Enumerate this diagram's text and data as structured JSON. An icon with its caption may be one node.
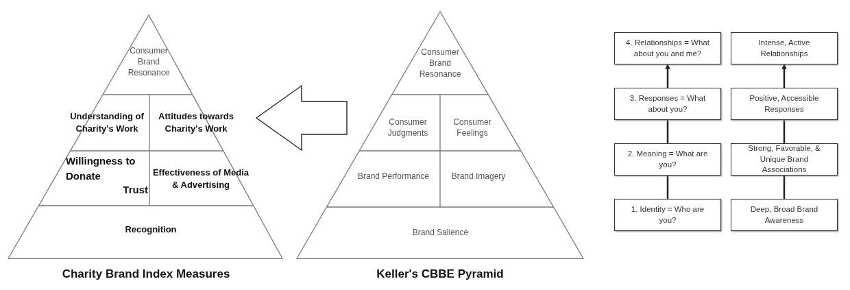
{
  "diagram": {
    "nodes": [
      {
        "text": [
          "Charity Brand Index Measures"
        ]
      },
      {
        "text": [
          "Consumer Brand Resonance"
        ],
        "in": 0
      },
      {
        "text": [
          "Understanding of Charity's Work"
        ],
        "in": 0
      },
      {
        "text": [
          "Attitudes towards Charity's Work"
        ],
        "in": 0
      },
      {
        "text": [
          "Willingness to Donate",
          "Trust"
        ],
        "in": 0
      },
      {
        "text": [
          "Effectiveness of Media & Advertising"
        ],
        "in": 0
      },
      {
        "text": [
          "Recognition"
        ],
        "in": 0
      },
      {
        "text": [
          "Keller's CBBE Pyramid"
        ]
      },
      {
        "text": [
          "Consumer Brand Resonance"
        ],
        "in": 7
      },
      {
        "text": [
          "Consumer Judgments"
        ],
        "in": 7
      },
      {
        "text": [
          "Consumer Feelings"
        ],
        "in": 7
      },
      {
        "text": [
          "Brand Performance"
        ],
        "in": 7
      },
      {
        "text": [
          "Brand Imagery"
        ],
        "in": 7
      },
      {
        "text": [
          "Brand Salience"
        ],
        "in": 7
      },
      {
        "text": [
          "4. Relationships = What about you and me?"
        ]
      },
      {
        "text": [
          "Intense, Active Relationships"
        ]
      },
      {
        "text": [
          "3. Responses = What about you?"
        ]
      },
      {
        "text": [
          "Positive, Accessible Responses"
        ]
      },
      {
        "text": [
          "2. Meaning = What are you?"
        ]
      },
      {
        "text": [
          "Strong, Favorable, & Unique Brand Associations"
        ]
      },
      {
        "text": [
          "1. Identity = Who are you?"
        ]
      },
      {
        "text": [
          "Deep, Broad Brand Awareness"
        ]
      }
    ],
    "edges": [
      {
        "from": 7,
        "to": 0,
        "arrow": "to",
        "style": "thick"
      },
      {
        "from": 16,
        "to": 14,
        "arrow": "to"
      },
      {
        "from": 18,
        "to": 16,
        "arrow": "none"
      },
      {
        "from": 20,
        "to": 18,
        "arrow": "none"
      },
      {
        "from": 17,
        "to": 15,
        "arrow": "to"
      },
      {
        "from": 19,
        "to": 17,
        "arrow": "none"
      },
      {
        "from": 21,
        "to": 19,
        "arrow": "none"
      }
    ]
  }
}
